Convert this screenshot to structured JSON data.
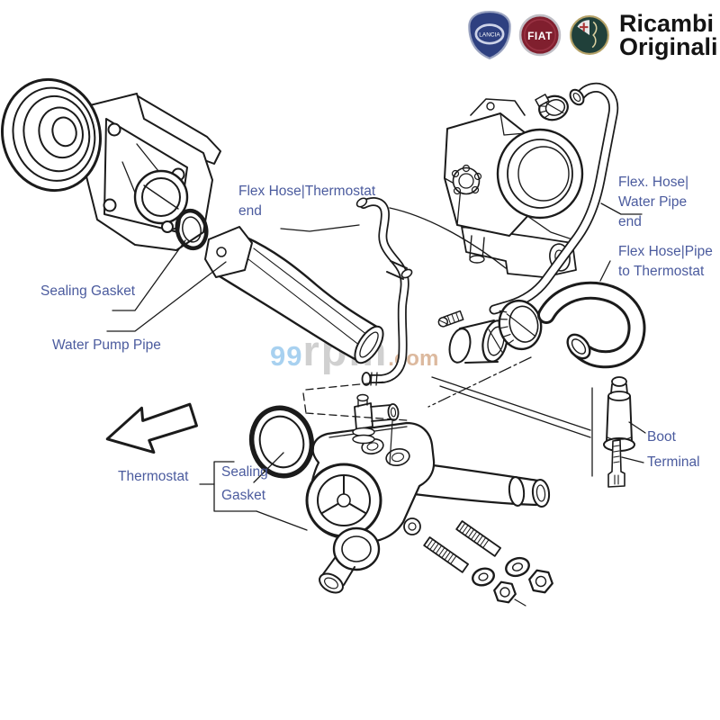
{
  "header": {
    "brand_line1": "Ricambi",
    "brand_line2": "Originali",
    "logos": [
      {
        "name": "lancia-logo",
        "label": "LANCIA"
      },
      {
        "name": "fiat-logo",
        "label": "FIAT"
      },
      {
        "name": "alfa-romeo-logo",
        "label": "ALFA ROMEO"
      }
    ],
    "lancia_label": "LANCIA",
    "fiat_label": "FIAT"
  },
  "watermark": {
    "prefix": "99",
    "mid": "rpm",
    "suffix": ".com"
  },
  "labels": {
    "flex_hose_thermostat_end": {
      "line1": "Flex Hose|Thermostat",
      "line2": "end"
    },
    "sealing_gasket_top": {
      "line1": "Sealing Gasket"
    },
    "water_pump_pipe": {
      "line1": "Water Pump Pipe"
    },
    "flex_hose_water_pipe_end": {
      "line1": "Flex. Hose|",
      "line2": "Water Pipe",
      "line3": "end"
    },
    "flex_hose_pipe_to_thermostat": {
      "line1": "Flex Hose|Pipe",
      "line2": "to Thermostat"
    },
    "boot": {
      "line1": "Boot"
    },
    "terminal": {
      "line1": "Terminal"
    },
    "thermostat": {
      "line1": "Thermostat"
    },
    "sealing_gasket_bottom": {
      "line1": "Sealing",
      "line2": "Gasket"
    }
  },
  "parts": [
    "water-pump",
    "sealing-gasket-top",
    "water-pump-pipe",
    "flex-hose-thermostat-end",
    "throttle-body",
    "hose-clamp-top",
    "flex-hose-water-pipe-end",
    "short-hose",
    "worm-clamp",
    "flex-hose-pipe-to-thermostat",
    "boot",
    "terminal",
    "thermostat-housing",
    "sealing-gasket-bottom",
    "studs-washers-nuts",
    "direction-arrow"
  ],
  "colors": {
    "label_text": "#4b5b9e",
    "line_art": "#1b1b1b",
    "watermark_99": "#9fcdef",
    "watermark_rpm": "#cbcbcb",
    "watermark_com": "#d9b294",
    "brand_text": "#141414",
    "lancia_blue": "#2e4080",
    "fiat_red": "#801f2e",
    "alfa_green": "#20403a"
  }
}
